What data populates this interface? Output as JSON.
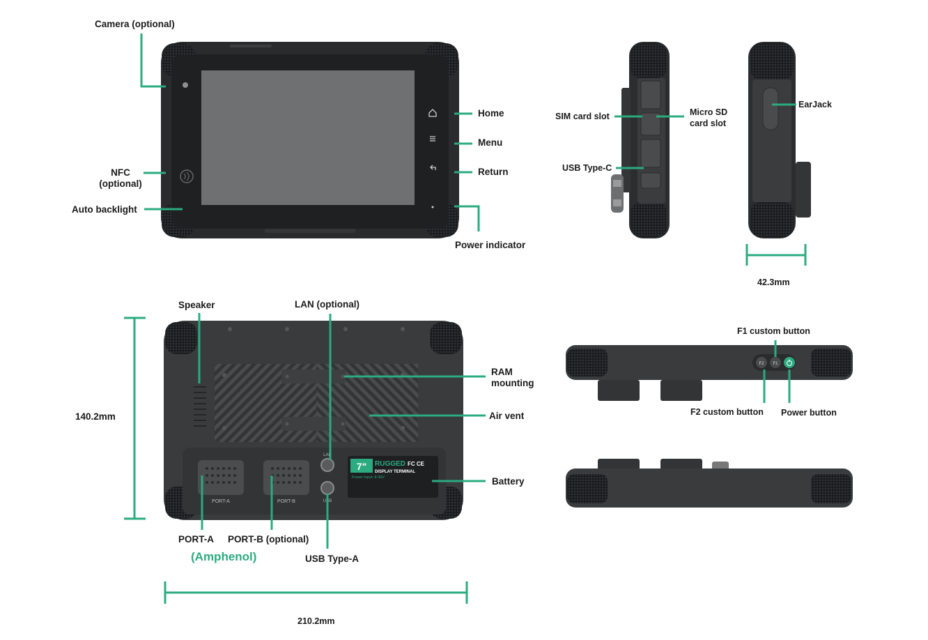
{
  "labels": {
    "camera": "Camera (optional)",
    "nfc_line1": "NFC",
    "nfc_line2": "(optional)",
    "auto_backlight": "Auto backlight",
    "home": "Home",
    "menu": "Menu",
    "return": "Return",
    "power_indicator": "Power indicator",
    "sim_slot": "SIM card slot",
    "micro_sd_line1": "Micro SD",
    "micro_sd_line2": "card slot",
    "usb_type_c": "USB Type-C",
    "earjack": "EarJack",
    "depth": "42.3mm",
    "speaker": "Speaker",
    "lan": "LAN (optional)",
    "ram_line1": "RAM",
    "ram_line2": "mounting",
    "air_vent": "Air vent",
    "battery": "Battery",
    "height": "140.2mm",
    "port_a": "PORT-A",
    "port_b": "PORT-B (optional)",
    "amphenol": "(Amphenol)",
    "usb_type_a": "USB Type-A",
    "width": "210.2mm",
    "f1": "F1 custom button",
    "f2": "F2 custom button",
    "power_button": "Power button"
  },
  "device_print": {
    "port_a": "PORT-A",
    "port_b": "PORT-B",
    "lan": "LAN",
    "usb": "USB",
    "badge_size": "7\"",
    "badge_brand": "RUGGED",
    "badge_product": "DISPLAY TERMINAL",
    "badge_power": "Power Input: 9-36V",
    "badge_marks": "FC CE",
    "f1": "F1",
    "f2": "F2"
  },
  "colors": {
    "accent": "#2bab7f",
    "body": "#3a3b3d",
    "bezel": "#202123",
    "screen": "#6f7072",
    "text": "#1a1a1a"
  },
  "icons": [
    "home-icon",
    "menu-icon",
    "return-icon",
    "nfc-icon",
    "power-icon"
  ]
}
